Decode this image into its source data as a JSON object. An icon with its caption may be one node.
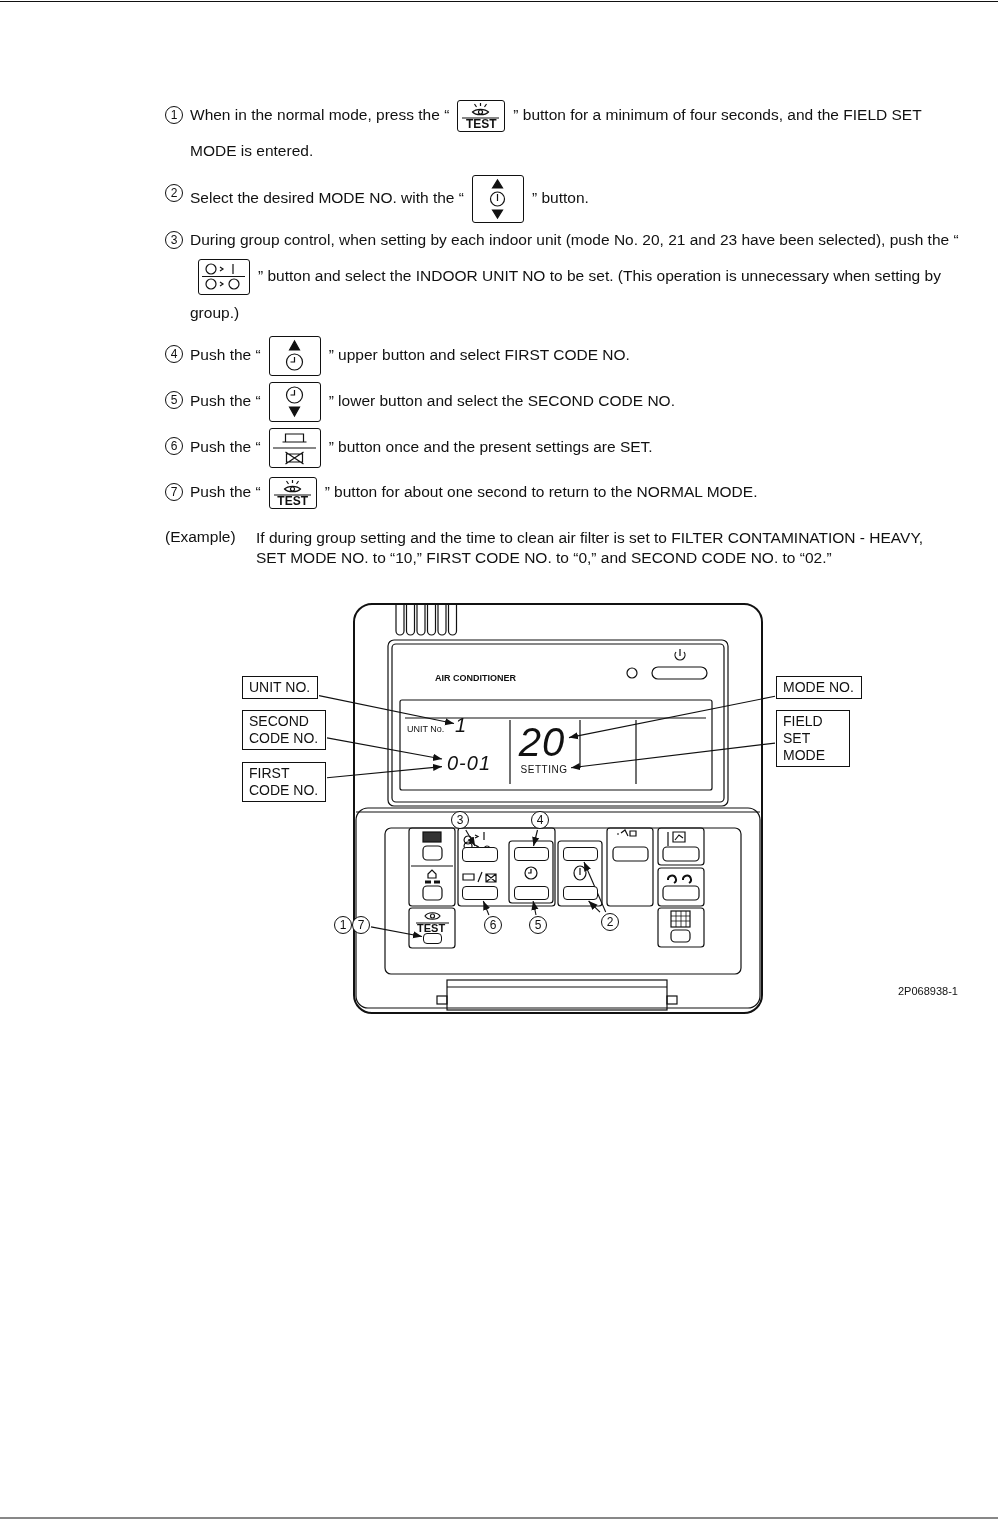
{
  "diagram": {
    "nodes": [
      {
        "text": [
          "UNIT NO."
        ]
      },
      {
        "text": [
          "SECOND CODE NO."
        ]
      },
      {
        "text": [
          "FIRST CODE NO."
        ]
      },
      {
        "text": [
          "MODE NO."
        ]
      },
      {
        "text": [
          "FIELD SET MODE"
        ]
      },
      {
        "text": [
          "1"
        ]
      },
      {
        "text": [
          "0-01"
        ]
      },
      {
        "text": [
          "20"
        ]
      },
      {
        "text": [
          "SETTING"
        ]
      },
      {
        "text": [
          "3"
        ]
      },
      {
        "text": [
          "4"
        ]
      },
      {
        "text": [
          "1"
        ]
      },
      {
        "text": [
          "7"
        ]
      },
      {
        "text": [
          "6"
        ]
      },
      {
        "text": [
          "5"
        ]
      },
      {
        "text": [
          "2"
        ]
      },
      {
        "text": [],
        "shape": "box"
      },
      {
        "text": [],
        "shape": "box"
      },
      {
        "text": [],
        "shape": "box"
      },
      {
        "text": [],
        "shape": "box"
      },
      {
        "text": [],
        "shape": "box"
      },
      {
        "text": [],
        "shape": "box"
      },
      {
        "text": [],
        "shape": "box"
      }
    ],
    "edges": [
      {
        "from": 0,
        "to": 5,
        "arrow": "to"
      },
      {
        "from": 1,
        "to": 6,
        "arrow": "to"
      },
      {
        "from": 2,
        "to": 6,
        "arrow": "to"
      },
      {
        "from": 3,
        "to": 7,
        "arrow": "to"
      },
      {
        "from": 4,
        "to": 8,
        "arrow": "to"
      },
      {
        "from": 9,
        "to": 16,
        "arrow": "to"
      },
      {
        "from": 10,
        "to": 17,
        "arrow": "to"
      },
      {
        "from": 12,
        "to": 18,
        "arrow": "to"
      },
      {
        "from": 13,
        "to": 19,
        "arrow": "to"
      },
      {
        "from": 14,
        "to": 20,
        "arrow": "to"
      },
      {
        "from": 15,
        "to": 21,
        "arrow": "to"
      },
      {
        "from": 15,
        "to": 22,
        "arrow": "to"
      }
    ],
    "labels": [
      "1",
      "When in the normal mode, press the “",
      "TEST",
      "” button for a minimum of four seconds, and the FIELD SET MODE is entered.",
      "2",
      "Select the desired MODE NO. with the “",
      "” button.",
      "3",
      "During group control, when setting by each indoor unit (mode No. 20, 21 and 23 have been selected), push the “",
      "” button and select the INDOOR UNIT NO to be set. (This operation is unnecessary when setting by group.)",
      "4",
      "Push the “",
      "” upper button and select FIRST CODE NO.",
      "5",
      "Push the “",
      "” lower button and select the SECOND CODE NO.",
      "6",
      "Push the “",
      "” button once and the present settings are SET.",
      "7",
      "Push the “",
      "TEST",
      "” button for about one second to return to the NORMAL MODE.",
      "(Example)",
      "If during group setting and the time to clean air filter is set to FILTER CONTAMINATION - HEAVY, SET MODE NO. to “10,” FIRST CODE NO. to “0,” and SECOND CODE NO. to “02.”",
      "AIR CONDITIONER",
      "UNIT No.",
      "TEST",
      "2P068938-1"
    ]
  }
}
